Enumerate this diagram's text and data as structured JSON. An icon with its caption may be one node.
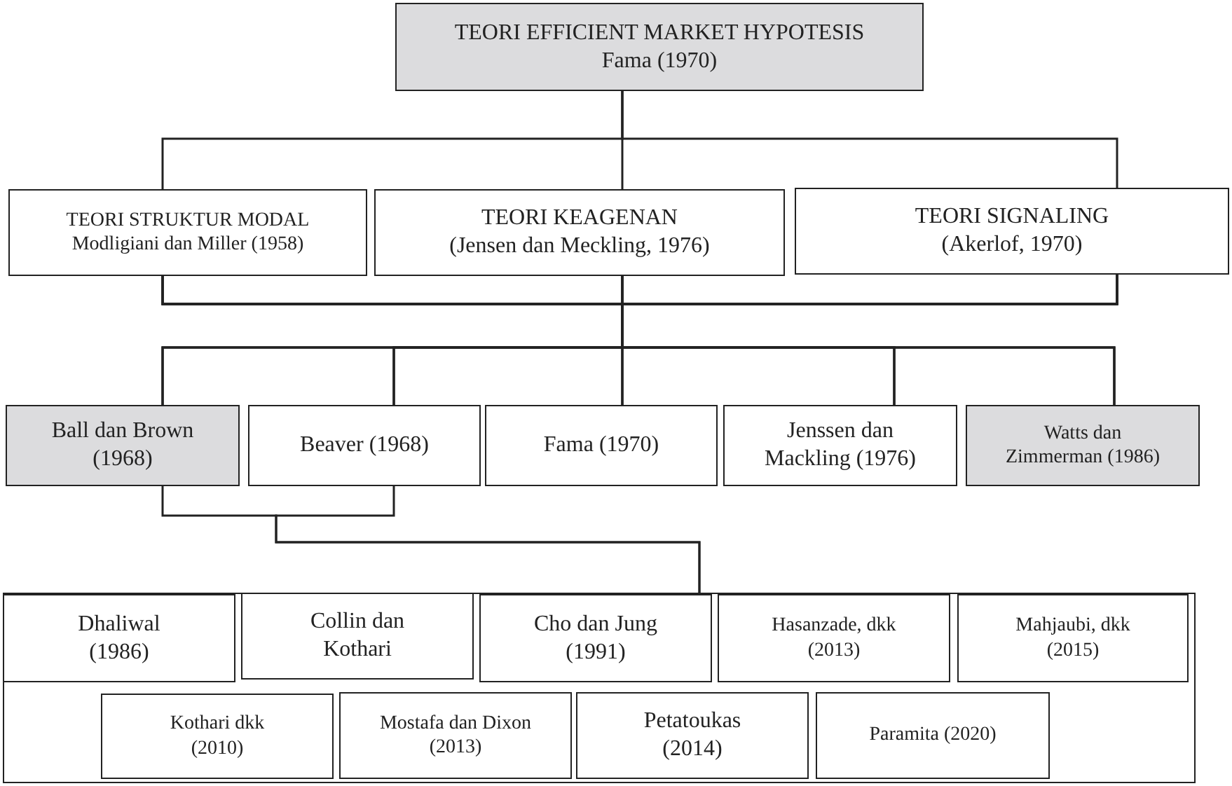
{
  "diagram": {
    "nodes": [
      {
        "text": [
          "TEORI EFFICIENT MARKET HYPOTESIS",
          "Fama (1970)"
        ]
      },
      {
        "text": [
          "TEORI STRUKTUR MODAL",
          "Modligiani dan Miller (1958)"
        ]
      },
      {
        "text": [
          "TEORI KEAGENAN",
          "(Jensen dan Meckling, 1976)"
        ]
      },
      {
        "text": [
          "TEORI SIGNALING",
          "(Akerlof, 1970)"
        ]
      },
      {
        "text": [
          "Ball dan Brown (1968)"
        ]
      },
      {
        "text": [
          "Beaver (1968)"
        ]
      },
      {
        "text": [
          "Fama (1970)"
        ]
      },
      {
        "text": [
          "Jenssen dan Mackling (1976)"
        ]
      },
      {
        "text": [
          "Watts dan Zimmerman (1986)"
        ]
      },
      {
        "text": [],
        "shape": "box"
      },
      {
        "text": [
          "Dhaliwal (1986)"
        ],
        "in": 9
      },
      {
        "text": [
          "Collin dan Kothari"
        ],
        "in": 9
      },
      {
        "text": [
          "Cho dan Jung (1991)"
        ],
        "in": 9
      },
      {
        "text": [
          "Hasanzade, dkk (2013)"
        ],
        "in": 9
      },
      {
        "text": [
          "Mahjaubi, dkk (2015)"
        ],
        "in": 9
      },
      {
        "text": [
          "Kothari dkk (2010)"
        ],
        "in": 9
      },
      {
        "text": [
          "Mostafa dan Dixon (2013)"
        ],
        "in": 9
      },
      {
        "text": [
          "Petatoukas (2014)"
        ],
        "in": 9
      },
      {
        "text": [
          "Paramita (2020)"
        ],
        "in": 9
      }
    ],
    "edges": [
      {
        "from": 0,
        "to": 1,
        "arrow": "none"
      },
      {
        "from": 0,
        "to": 2,
        "arrow": "none"
      },
      {
        "from": 0,
        "to": 3,
        "arrow": "none"
      },
      {
        "from": 1,
        "to": 4,
        "arrow": "none"
      },
      {
        "from": 1,
        "to": 5,
        "arrow": "none"
      },
      {
        "from": 1,
        "to": 6,
        "arrow": "none"
      },
      {
        "from": 1,
        "to": 7,
        "arrow": "none"
      },
      {
        "from": 1,
        "to": 8,
        "arrow": "none"
      },
      {
        "from": 2,
        "to": 4,
        "arrow": "none"
      },
      {
        "from": 2,
        "to": 5,
        "arrow": "none"
      },
      {
        "from": 2,
        "to": 6,
        "arrow": "none"
      },
      {
        "from": 2,
        "to": 7,
        "arrow": "none"
      },
      {
        "from": 2,
        "to": 8,
        "arrow": "none"
      },
      {
        "from": 3,
        "to": 4,
        "arrow": "none"
      },
      {
        "from": 3,
        "to": 5,
        "arrow": "none"
      },
      {
        "from": 3,
        "to": 6,
        "arrow": "none"
      },
      {
        "from": 3,
        "to": 7,
        "arrow": "none"
      },
      {
        "from": 3,
        "to": 8,
        "arrow": "none"
      },
      {
        "from": 4,
        "to": 9,
        "arrow": "none"
      },
      {
        "from": 5,
        "to": 9,
        "arrow": "none"
      }
    ]
  }
}
